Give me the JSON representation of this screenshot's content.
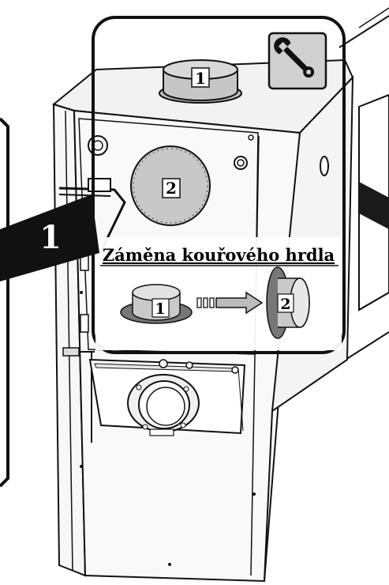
{
  "callout": {
    "title": "Záměna kouřového hrdla",
    "top_outlet_number": "1",
    "rear_outlet_number": "2",
    "from_number": "1",
    "to_number": "2"
  },
  "arrow_label": "1",
  "icons": {
    "tool": "wrench-icon"
  }
}
